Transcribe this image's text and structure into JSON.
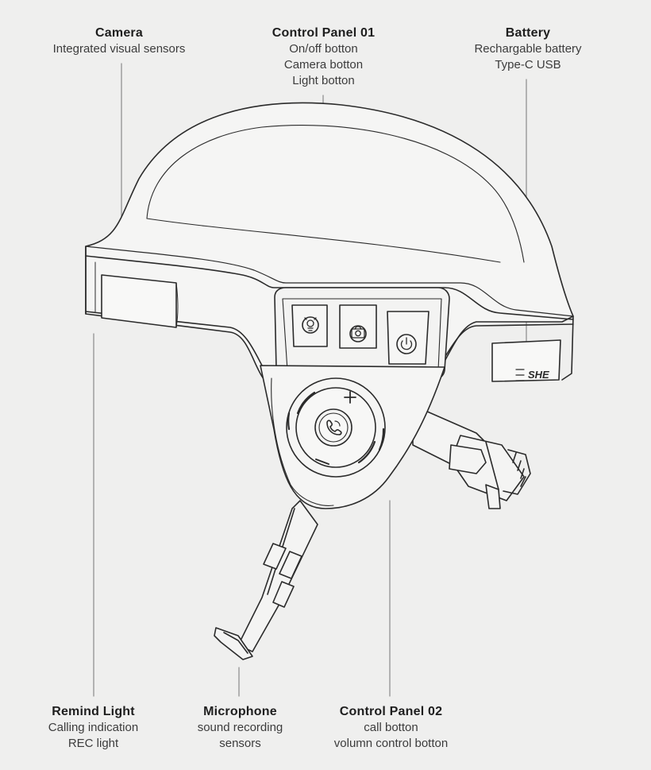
{
  "callouts": {
    "camera": {
      "title": "Camera",
      "lines": [
        "Integrated visual sensors"
      ]
    },
    "control_panel_01": {
      "title": "Control Panel 01",
      "lines": [
        "On/off botton",
        "Camera botton",
        "Light botton"
      ]
    },
    "battery": {
      "title": "Battery",
      "lines": [
        "Rechargable battery",
        "Type-C USB"
      ]
    },
    "remind_light": {
      "title": "Remind Light",
      "lines": [
        "Calling indication",
        "REC light"
      ]
    },
    "microphone": {
      "title": "Microphone",
      "lines": [
        "sound recording",
        "sensors"
      ]
    },
    "control_panel_02": {
      "title": "Control Panel 02",
      "lines": [
        "call botton",
        "volumn control botton"
      ]
    }
  },
  "helmet": {
    "logo_text": "SHE",
    "buttons": [
      "light-icon",
      "camera-icon",
      "power-icon"
    ],
    "dial_icon": "phone-icon"
  },
  "colors": {
    "background": "#efefee",
    "line": "#2b2b2b",
    "leader": "#8a8a8a"
  }
}
